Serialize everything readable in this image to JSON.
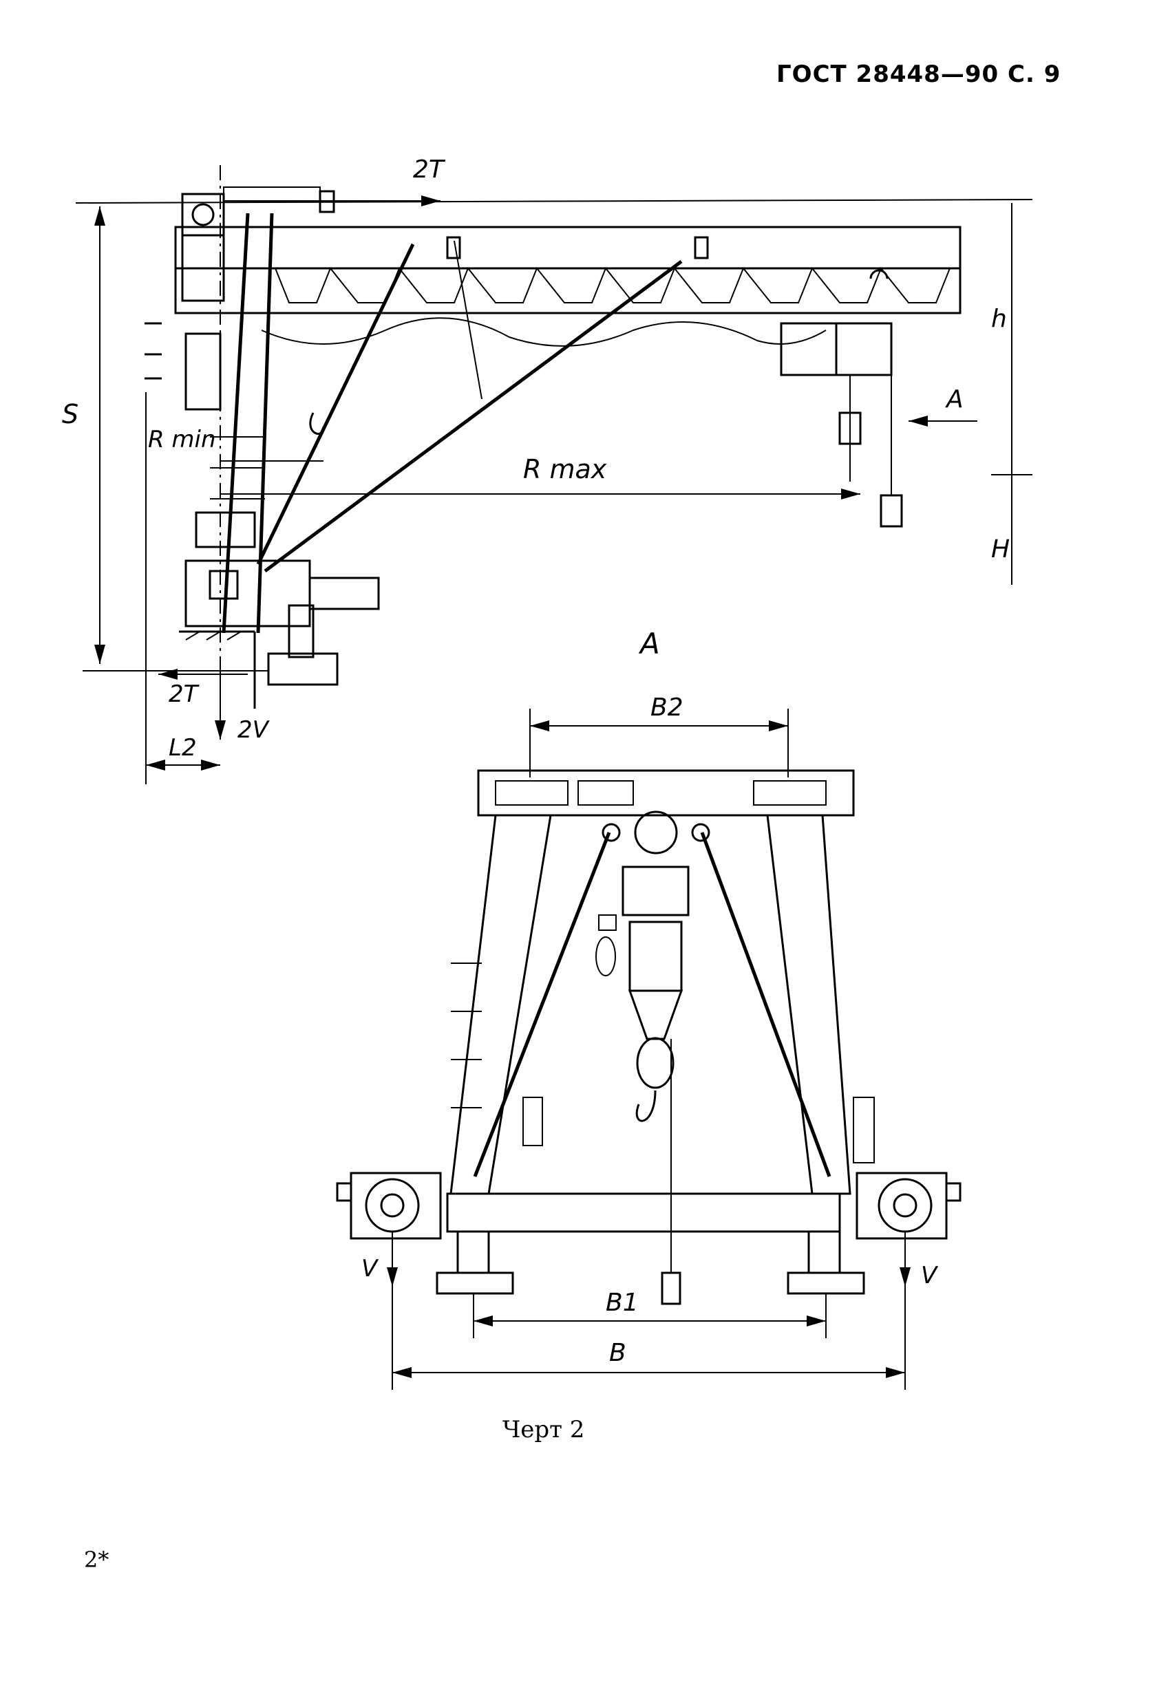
{
  "header": {
    "text": "ГОСТ 28448—90 С. 9"
  },
  "figure": {
    "side_view_labels": {
      "t_top": "2T",
      "s": "S",
      "h_small": "h",
      "H_big": "H",
      "r_min": "R min",
      "r_max": "R max",
      "a_arrow": "A",
      "t_bottom": "2T",
      "v_bottom": "2V",
      "l2": "L2"
    },
    "front_view_labels": {
      "view_title": "A",
      "b2": "B2",
      "b1": "B1",
      "b": "B",
      "v_left": "V",
      "v_right": "V"
    }
  },
  "caption": {
    "text": "Черт 2"
  },
  "footer": {
    "text": "2*"
  }
}
